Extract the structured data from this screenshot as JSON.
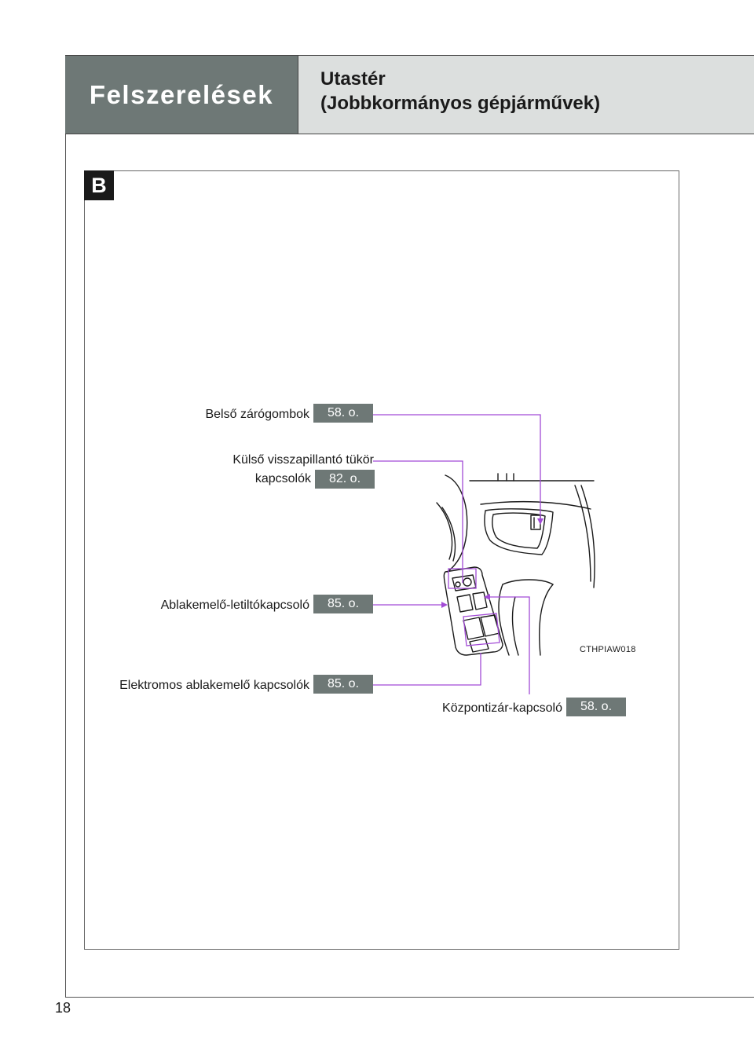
{
  "header": {
    "chapter": "Felszerelések",
    "title_line1": "Utastér",
    "title_line2": "(Jobbkormányos gépjárművek)"
  },
  "section_badge": "B",
  "callouts": [
    {
      "label": "Belső zárógombok",
      "ref": "58. o."
    },
    {
      "label_line1": "Külső visszapillantó tükör",
      "label_line2": "kapcsolók",
      "ref": "82. o."
    },
    {
      "label": "Ablakemelő-letiltókapcsoló",
      "ref": "85. o."
    },
    {
      "label": "Elektromos ablakemelő kapcsolók",
      "ref": "85. o."
    },
    {
      "label": "Központizár-kapcsoló",
      "ref": "58. o."
    }
  ],
  "image_code": "CTHPIAW018",
  "page_number": "18",
  "colors": {
    "leader_line": "#a24bd6",
    "ref_badge": "#6e7876",
    "header_dark": "#6e7876",
    "header_light": "#dcdfde"
  }
}
